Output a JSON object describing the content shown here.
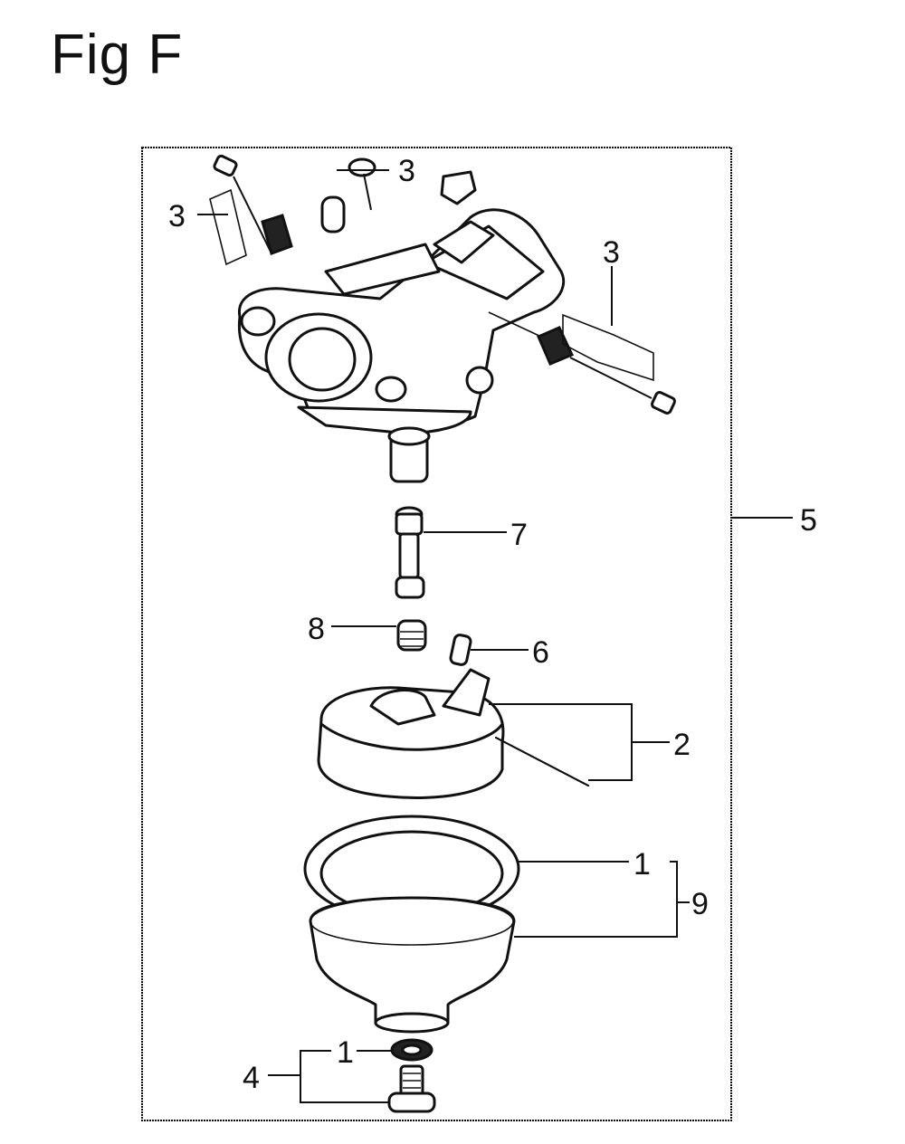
{
  "title": "Fig F",
  "callouts": {
    "c3a": "3",
    "c3b": "3",
    "c3c": "3",
    "c5": "5",
    "c7": "7",
    "c8": "8",
    "c6": "6",
    "c2": "2",
    "c1a": "1",
    "c9": "9",
    "c1b": "1",
    "c4": "4"
  }
}
